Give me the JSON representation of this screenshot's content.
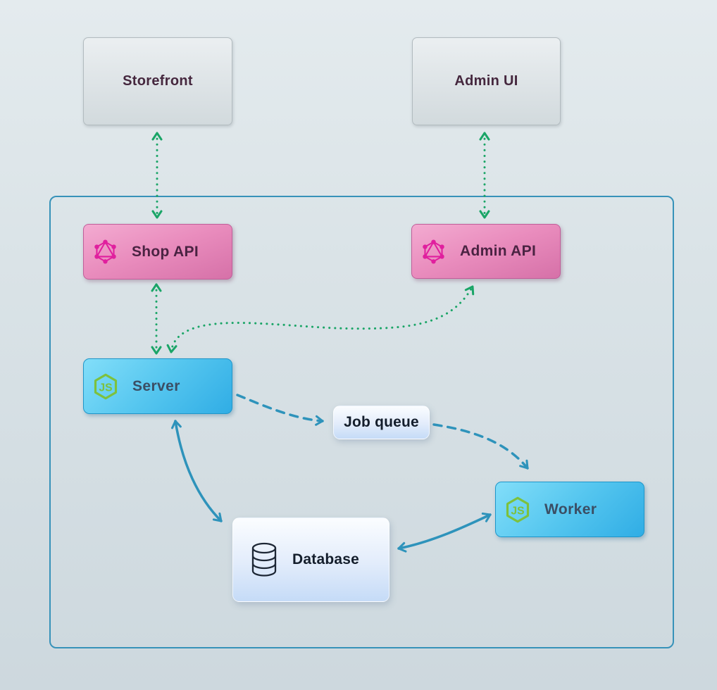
{
  "diagram": {
    "nodes": [
      {
        "id": "storefront",
        "label": "Storefront",
        "kind": "external"
      },
      {
        "id": "admin_ui",
        "label": "Admin UI",
        "kind": "external"
      },
      {
        "id": "shop_api",
        "label": "Shop API",
        "kind": "graphql-api",
        "icon": "graphql-icon"
      },
      {
        "id": "admin_api",
        "label": "Admin API",
        "kind": "graphql-api",
        "icon": "graphql-icon"
      },
      {
        "id": "server",
        "label": "Server",
        "kind": "nodejs-service",
        "icon": "nodejs-icon"
      },
      {
        "id": "job_queue",
        "label": "Job queue",
        "kind": "store"
      },
      {
        "id": "worker",
        "label": "Worker",
        "kind": "nodejs-service",
        "icon": "nodejs-icon"
      },
      {
        "id": "database",
        "label": "Database",
        "kind": "store",
        "icon": "database-icon"
      }
    ],
    "edges": [
      {
        "from": "storefront",
        "to": "shop_api",
        "style": "dotted",
        "color": "#1aa567",
        "bidirectional": true
      },
      {
        "from": "admin_ui",
        "to": "admin_api",
        "style": "dotted",
        "color": "#1aa567",
        "bidirectional": true
      },
      {
        "from": "shop_api",
        "to": "server",
        "style": "dotted",
        "color": "#1aa567",
        "bidirectional": true
      },
      {
        "from": "server",
        "to": "admin_api",
        "style": "dotted",
        "color": "#1aa567",
        "bidirectional": true
      },
      {
        "from": "server",
        "to": "job_queue",
        "style": "dashed",
        "color": "#2e93bb",
        "bidirectional": false
      },
      {
        "from": "job_queue",
        "to": "worker",
        "style": "dashed",
        "color": "#2e93bb",
        "bidirectional": false
      },
      {
        "from": "server",
        "to": "database",
        "style": "solid",
        "color": "#2e93bb",
        "bidirectional": true
      },
      {
        "from": "database",
        "to": "worker",
        "style": "solid",
        "color": "#2e93bb",
        "bidirectional": true
      }
    ],
    "colors": {
      "green_arrow": "#1aa567",
      "blue_arrow": "#2e93bb",
      "container_border": "#3792b9",
      "graphql_pink": "#e01f9e",
      "nodejs_green": "#7dc13d"
    }
  }
}
